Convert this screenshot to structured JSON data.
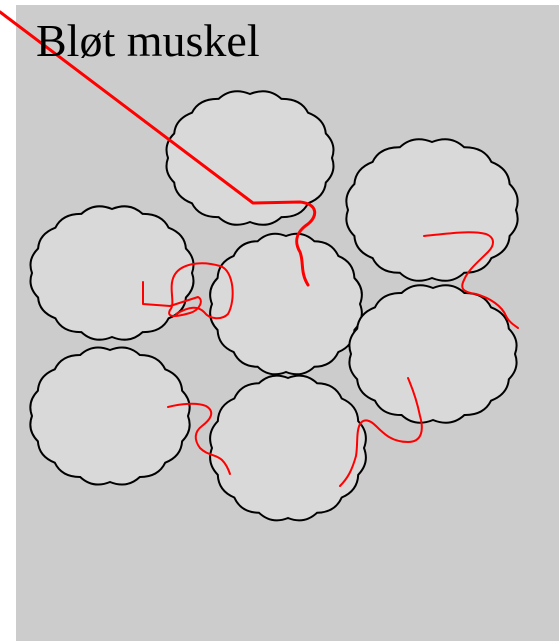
{
  "title": "Bløt muskel",
  "colors": {
    "background": "#cccccc",
    "cell_fill": "#d9d9d9",
    "cell_outline": "#000000",
    "nerve_fiber": "#ff0000"
  },
  "cells": [
    {
      "name": "cell-top"
    },
    {
      "name": "cell-right-upper"
    },
    {
      "name": "cell-left-upper"
    },
    {
      "name": "cell-center"
    },
    {
      "name": "cell-right-middle"
    },
    {
      "name": "cell-left-lower"
    },
    {
      "name": "cell-bottom-center"
    }
  ]
}
